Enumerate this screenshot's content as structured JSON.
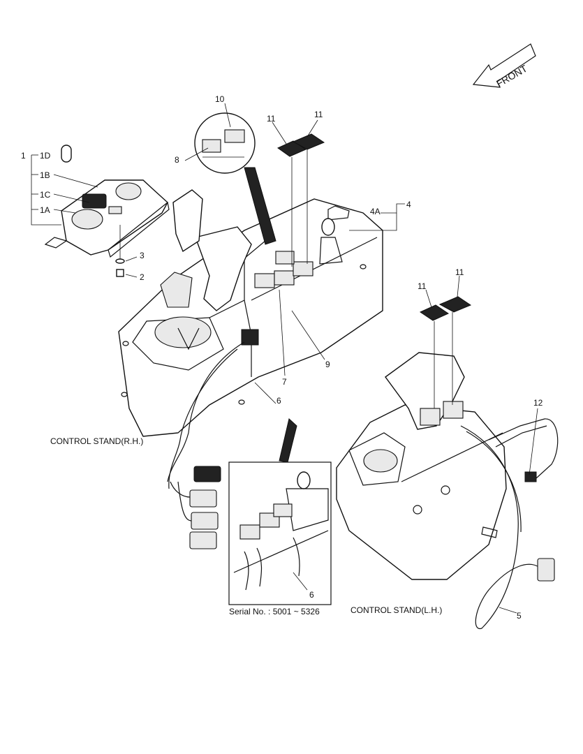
{
  "labels": {
    "front": "FRONT",
    "rh_stand": "CONTROL STAND(R.H.)",
    "lh_stand": "CONTROL STAND(L.H.)",
    "serial": "Serial No. : 5001 ~ 5326"
  },
  "callouts": {
    "c1": "1",
    "c1D": "1D",
    "c1B": "1B",
    "c1C": "1C",
    "c1A": "1A",
    "c2": "2",
    "c3": "3",
    "c4": "4",
    "c4A": "4A",
    "c5": "5",
    "c6a": "6",
    "c6b": "6",
    "c7": "7",
    "c8": "8",
    "c9": "9",
    "c10": "10",
    "c11a": "11",
    "c11b": "11",
    "c11c": "11",
    "c11d": "11",
    "c12": "12"
  }
}
